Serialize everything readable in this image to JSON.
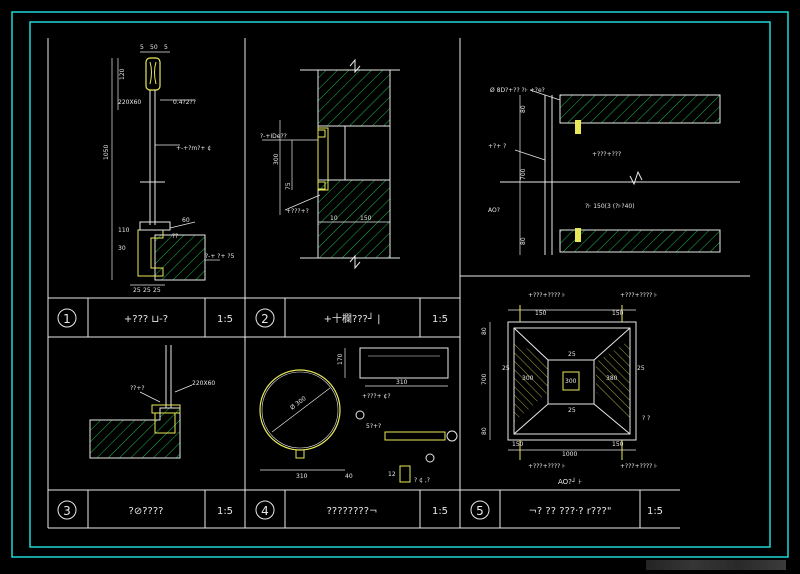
{
  "colors": {
    "background": "#000000",
    "outer_border": "#1fd6d6",
    "frame": "#e8e8e8",
    "dimension": "#e8e8e8",
    "hatch": "#1fb84a",
    "highlight": "#e8e85a",
    "text": "#e8e8e8"
  },
  "panels": [
    {
      "number": "1",
      "title": "+??? ⊔-?",
      "scale": "1:5"
    },
    {
      "number": "2",
      "title": "+十欄???┘ |",
      "scale": "1:5"
    },
    {
      "number": "3",
      "title": "?⊘????",
      "scale": "1:5"
    },
    {
      "number": "4",
      "title": "????????¬",
      "scale": "1:5"
    },
    {
      "number": "5",
      "title": "¬? ?? ???·? r???\"",
      "scale": "1:5"
    }
  ],
  "detail1": {
    "dims_top": [
      "5",
      "50",
      "5"
    ],
    "dim_left": [
      "120",
      "1050"
    ],
    "label_right": "0.4?2??",
    "label_mid": "+-+?m?+ ¢",
    "label_rail": "220X60",
    "label_base": "??",
    "label_foot": "?-+ ?+ ?5",
    "base_dims": [
      "25",
      "25",
      "25"
    ],
    "side_dims": [
      "110",
      "30",
      "60"
    ]
  },
  "detail2": {
    "dims_left": [
      "300",
      "75"
    ],
    "dims_bottom": [
      "10",
      "150"
    ],
    "label_top": "?-+IDe??",
    "label_bottom": "+???+?"
  },
  "detail3": {
    "label_a": "??+?",
    "label_b": "220X60"
  },
  "detail4": {
    "circle_label": "Ø 300",
    "dims_box": [
      "170",
      "310"
    ],
    "dims_bottom": [
      "310",
      "40"
    ],
    "label_a": "+???+ ¢?",
    "label_b": "5?+?",
    "label_c": "12",
    "label_d": "?  ¢ ,?"
  },
  "detail5": {
    "dims_top": [
      "150",
      "150"
    ],
    "dims_mid": [
      "25",
      "300",
      "380",
      "25"
    ],
    "dims_side": [
      "80",
      "700",
      "80"
    ],
    "dims_inner": [
      "300",
      "25",
      "25"
    ],
    "dims_bottom": [
      "150",
      "1000",
      "150"
    ],
    "label_tl": "+???+???? ⊦",
    "label_tr": "+???+???? ⊦",
    "label_bl": "+???+???? ⊦",
    "label_br": "+???+???? ⊦",
    "label_r": "? ?",
    "label_bottom": "AO?┘ ⊦"
  },
  "detail6": {
    "label_top": "Ø 8D?+?? ?⊦ +?e?",
    "label_left": "+?+ ?",
    "label_mid": "+???+???",
    "label_dim": "?⊦ 150(3   (?⊦?40)",
    "label_ao": "AO?",
    "dims_left": [
      "80",
      "700",
      "80"
    ]
  }
}
